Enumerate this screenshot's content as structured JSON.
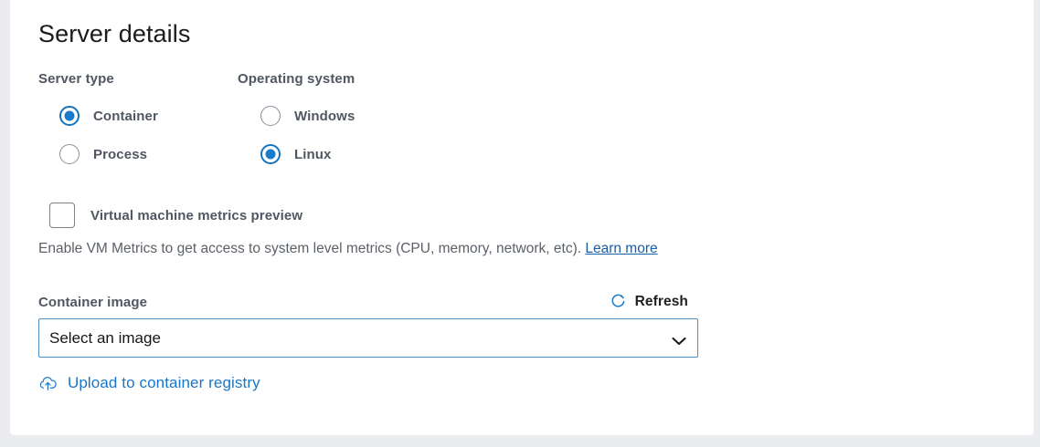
{
  "card": {
    "title": "Server details"
  },
  "server_type": {
    "label": "Server type",
    "options": [
      {
        "label": "Container",
        "selected": true
      },
      {
        "label": "Process",
        "selected": false
      }
    ]
  },
  "operating_system": {
    "label": "Operating system",
    "options": [
      {
        "label": "Windows",
        "selected": false
      },
      {
        "label": "Linux",
        "selected": true
      }
    ]
  },
  "vm_metrics": {
    "checkbox_label": "Virtual machine metrics preview",
    "checked": false,
    "helper_text": "Enable VM Metrics to get access to system level metrics (CPU, memory, network, etc).",
    "helper_link": "Learn more"
  },
  "container_image": {
    "label": "Container image",
    "refresh_label": "Refresh",
    "refresh_icon": "refresh-icon",
    "select_value": "Select an image",
    "select_placeholder": "Select an image",
    "chevron_icon": "chevron-down-icon",
    "upload_label": "Upload to container registry",
    "upload_icon": "cloud-upload-icon"
  },
  "colors": {
    "accent_blue": "#1A7BCB",
    "link_blue": "#1976C8",
    "label_gray": "#505762",
    "border_gray": "#8A8F9C",
    "page_bg": "#EBECEF",
    "card_bg": "#FFFFFF"
  }
}
